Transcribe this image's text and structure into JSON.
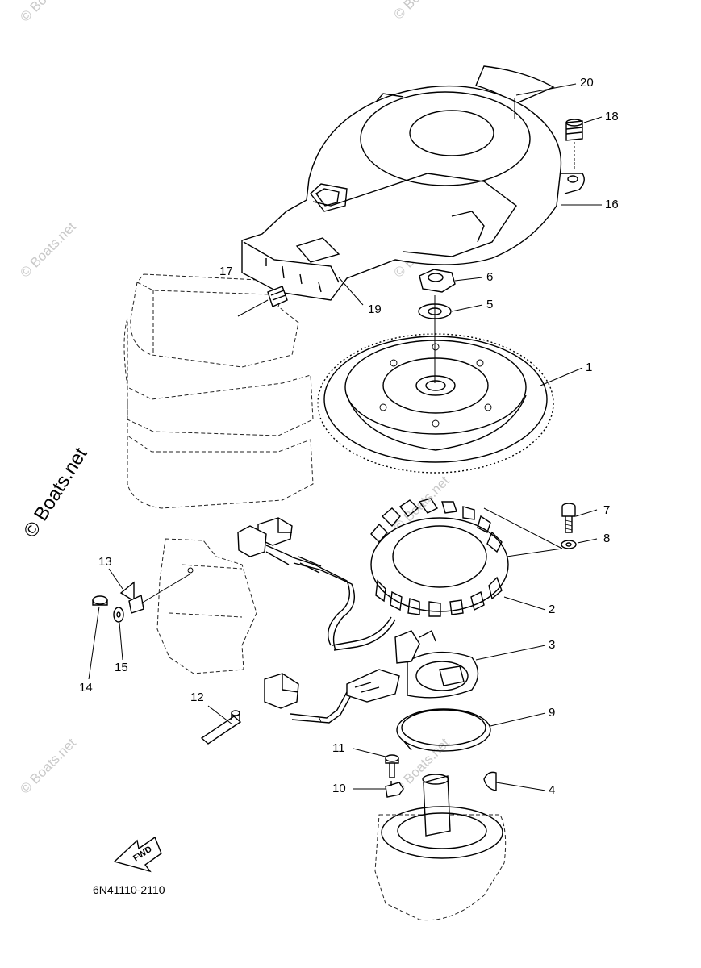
{
  "diagram_code": "6N41110-2110",
  "fwd_label": "FWD",
  "watermark_text": "© Boats.net",
  "callouts": [
    {
      "id": "1",
      "label": "1"
    },
    {
      "id": "2",
      "label": "2"
    },
    {
      "id": "3",
      "label": "3"
    },
    {
      "id": "4",
      "label": "4"
    },
    {
      "id": "5",
      "label": "5"
    },
    {
      "id": "6",
      "label": "6"
    },
    {
      "id": "7",
      "label": "7"
    },
    {
      "id": "8",
      "label": "8"
    },
    {
      "id": "9",
      "label": "9"
    },
    {
      "id": "10",
      "label": "10"
    },
    {
      "id": "11",
      "label": "11"
    },
    {
      "id": "12",
      "label": "12"
    },
    {
      "id": "13",
      "label": "13"
    },
    {
      "id": "14",
      "label": "14"
    },
    {
      "id": "15",
      "label": "15"
    },
    {
      "id": "16",
      "label": "16"
    },
    {
      "id": "17",
      "label": "17"
    },
    {
      "id": "18",
      "label": "18"
    },
    {
      "id": "19",
      "label": "19"
    },
    {
      "id": "20",
      "label": "20"
    }
  ],
  "colors": {
    "line": "#000000",
    "background": "#ffffff",
    "watermark_faint": "#c9c9c9"
  }
}
